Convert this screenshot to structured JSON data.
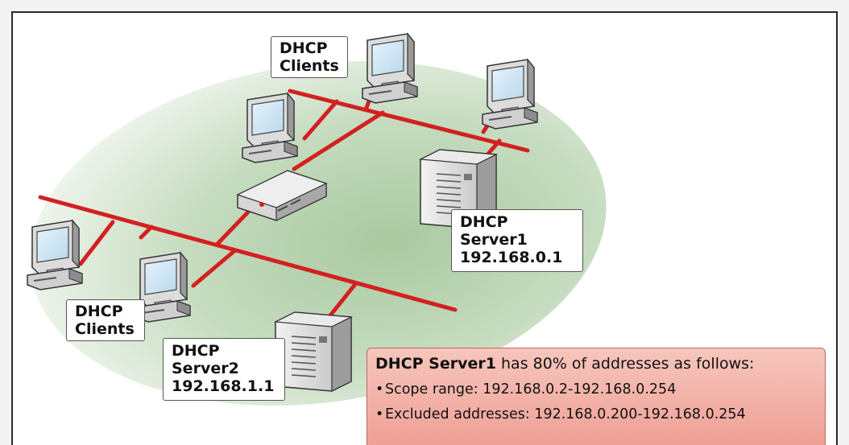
{
  "labels": {
    "clients_top": [
      "DHCP",
      "Clients"
    ],
    "clients_left": [
      "DHCP",
      "Clients"
    ],
    "server1": [
      "DHCP",
      "Server1",
      "192.168.0.1"
    ],
    "server2": [
      "DHCP",
      "Server2",
      "192.168.1.1"
    ]
  },
  "info_box": {
    "title_bold": "DHCP Server1",
    "title_rest": " has 80% of addresses as follows:",
    "items": [
      "Scope range: 192.168.0.2-192.168.0.254",
      "Excluded addresses: 192.168.0.200-192.168.0.254"
    ]
  },
  "colors": {
    "network_line": "#d42020",
    "ellipse": "#c6dcc0",
    "info_box": "#f2a89d"
  }
}
